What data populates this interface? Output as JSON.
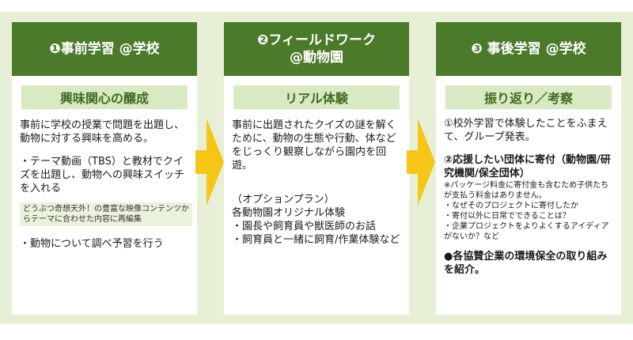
{
  "steps": [
    {
      "header": [
        "❶事前学習 @学校"
      ],
      "subtitle": "興味関心の醸成",
      "p1": "事前に学校の授業で問題を出題し、動物に対する興味を高める。",
      "p2": "・テーマ動画（TBS）と教材でクイズを出題し、動物への興味スイッチを入れる",
      "note": "どうぶつ奇想天外！の豊富な映像コンテンツからテーマに合わせた内容に再編集",
      "p3": "・動物について調べ予習を行う"
    },
    {
      "header": [
        "❷フィールドワーク",
        "@動物園"
      ],
      "subtitle": "リアル体験",
      "p1": "事前に出題されたクイズの謎を解くために、動物の生態や行動、体などをじっくり観察しながら園内を回遊。",
      "p2": "（オプションプラン）",
      "p3": "各動物園オリジナル体験",
      "p4": "・園長や飼育員や獣医師のお話",
      "p5": "・飼育員と一緒に飼育/作業体験など"
    },
    {
      "header": [
        "❸ 事後学習 @学校"
      ],
      "subtitle": "振り返り／考察",
      "p1": "①校外学習で体験したことをふまえて、グループ発表。",
      "p2": "②応援したい団体に寄付（動物園/研究機関/保全団体）",
      "note1": "※パッケージ料金に寄付金も含むため子供たちが支払う料金はありません。",
      "note2": "・なぜそのプロジェクトに寄付したか",
      "note3": "・寄付以外に日常でできることは？",
      "note4": "・企業プロジェクトをよりよくするアイディアがないか？など",
      "p3": "●各協賛企業の環境保全の取り組みを紹介。"
    }
  ],
  "colors": {
    "header_bg": "#4b7a2b",
    "subtitle_bg": "#d9e9c3",
    "panel_bg": "#e7f0d6",
    "arrow": "#f5c518"
  }
}
